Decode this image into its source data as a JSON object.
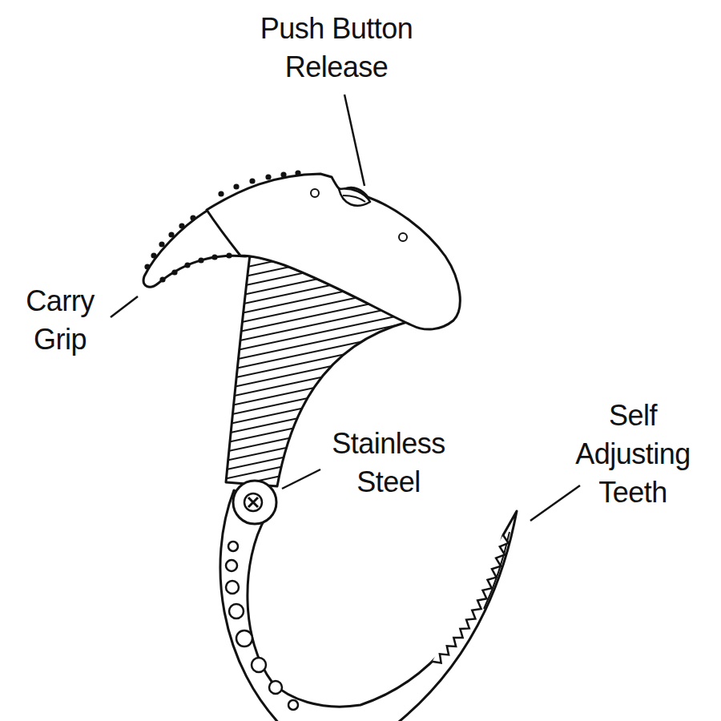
{
  "diagram": {
    "labels": [
      "Push Button Release",
      "Carry Grip",
      "Stainless Steel",
      "Self Adjusting Teeth"
    ]
  }
}
